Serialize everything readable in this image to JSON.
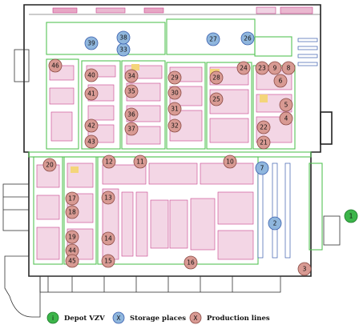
{
  "colors": {
    "depot": "#3cb54a",
    "storage": "#8fb6dd",
    "production": "#d89a93",
    "zone": "#55c455",
    "wall": "#222222",
    "equipment": "#c8408c"
  },
  "legend": [
    {
      "symbol": "i",
      "kind": "depot",
      "label": "Depot VZV"
    },
    {
      "symbol": "X",
      "kind": "storage",
      "label": "Storage places"
    },
    {
      "symbol": "X",
      "kind": "production",
      "label": "Production lines"
    }
  ],
  "markers": [
    {
      "label": "1",
      "kind": "depot"
    },
    {
      "label": "2",
      "kind": "storage"
    },
    {
      "label": "7",
      "kind": "storage"
    },
    {
      "label": "26",
      "kind": "storage"
    },
    {
      "label": "27",
      "kind": "storage"
    },
    {
      "label": "33",
      "kind": "storage"
    },
    {
      "label": "38",
      "kind": "storage"
    },
    {
      "label": "39",
      "kind": "storage"
    },
    {
      "label": "3",
      "kind": "production"
    },
    {
      "label": "4",
      "kind": "production"
    },
    {
      "label": "5",
      "kind": "production"
    },
    {
      "label": "6",
      "kind": "production"
    },
    {
      "label": "8",
      "kind": "production"
    },
    {
      "label": "9",
      "kind": "production"
    },
    {
      "label": "10",
      "kind": "production"
    },
    {
      "label": "11",
      "kind": "production"
    },
    {
      "label": "12",
      "kind": "production"
    },
    {
      "label": "13",
      "kind": "production"
    },
    {
      "label": "14",
      "kind": "production"
    },
    {
      "label": "15",
      "kind": "production"
    },
    {
      "label": "16",
      "kind": "production"
    },
    {
      "label": "17",
      "kind": "production"
    },
    {
      "label": "18",
      "kind": "production"
    },
    {
      "label": "19",
      "kind": "production"
    },
    {
      "label": "20",
      "kind": "production"
    },
    {
      "label": "21",
      "kind": "production"
    },
    {
      "label": "22",
      "kind": "production"
    },
    {
      "label": "23",
      "kind": "production"
    },
    {
      "label": "24",
      "kind": "production"
    },
    {
      "label": "25",
      "kind": "production"
    },
    {
      "label": "28",
      "kind": "production"
    },
    {
      "label": "29",
      "kind": "production"
    },
    {
      "label": "30",
      "kind": "production"
    },
    {
      "label": "31",
      "kind": "production"
    },
    {
      "label": "32",
      "kind": "production"
    },
    {
      "label": "34",
      "kind": "production"
    },
    {
      "label": "35",
      "kind": "production"
    },
    {
      "label": "36",
      "kind": "production"
    },
    {
      "label": "37",
      "kind": "production"
    },
    {
      "label": "40",
      "kind": "production"
    },
    {
      "label": "41",
      "kind": "production"
    },
    {
      "label": "42",
      "kind": "production"
    },
    {
      "label": "43",
      "kind": "production"
    },
    {
      "label": "44",
      "kind": "production"
    },
    {
      "label": "45",
      "kind": "production"
    },
    {
      "label": "46",
      "kind": "production"
    }
  ]
}
